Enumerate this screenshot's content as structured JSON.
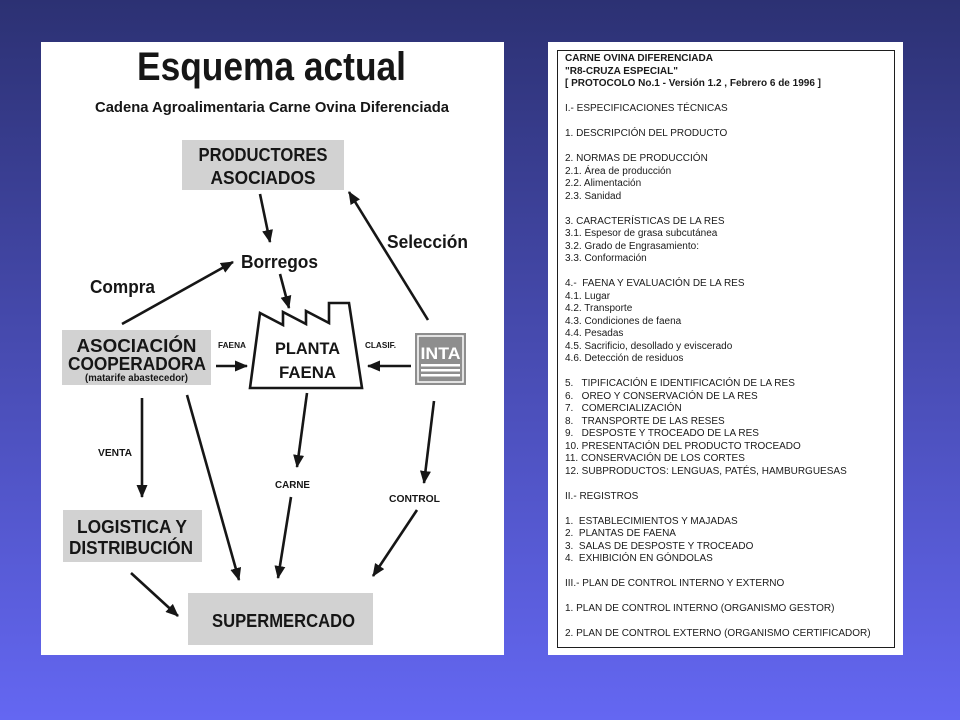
{
  "colors": {
    "background_top": "#2c3173",
    "background_bottom": "#6467f2",
    "panel": "#ffffff",
    "box_fill": "#d2d2d2",
    "ink": "#161616",
    "logo_gray": "#8e8e8e"
  },
  "diagram": {
    "title": "Esquema actual",
    "subtitle": "Cadena Agroalimentaria Carne Ovina Diferenciada",
    "nodes": {
      "productores": {
        "line1": "PRODUCTORES",
        "line2": "ASOCIADOS"
      },
      "borregos": "Borregos",
      "asociacion": {
        "line1": "ASOCIACIÓN",
        "line2": "COOPERADORA",
        "note": "(matarife abastecedor)"
      },
      "planta": {
        "line1": "PLANTA",
        "line2": "FAENA"
      },
      "inta": "INTA",
      "logistica": {
        "line1": "LOGISTICA Y",
        "line2": "DISTRIBUCIÓN"
      },
      "supermercado": "SUPERMERCADO"
    },
    "edge_labels": {
      "compra": "Compra",
      "seleccion": "Selección",
      "faena": "FAENA",
      "clasif": "CLASIF.",
      "venta": "VENTA",
      "carne": "CARNE",
      "control": "CONTROL"
    }
  },
  "document": {
    "sections": [
      {
        "bold": true,
        "lines": [
          "CARNE OVINA DIFERENCIADA",
          "\"R8-CRUZA ESPECIAL\"",
          "[ PROTOCOLO No.1 - Versión 1.2 , Febrero 6 de 1996 ]"
        ]
      },
      {
        "bold": false,
        "lines": [
          "I.- ESPECIFICACIONES TÉCNICAS"
        ]
      },
      {
        "bold": false,
        "lines": [
          "1. DESCRIPCIÓN DEL PRODUCTO"
        ]
      },
      {
        "bold": false,
        "lines": [
          "2. NORMAS DE PRODUCCIÓN",
          "2.1. Área de producción",
          "2.2. Alimentación",
          "2.3. Sanidad"
        ]
      },
      {
        "bold": false,
        "lines": [
          "3. CARACTERÍSTICAS DE LA RES",
          "3.1. Espesor de grasa subcutánea",
          "3.2. Grado de Engrasamiento:",
          "3.3. Conformación"
        ]
      },
      {
        "bold": false,
        "lines": [
          "4.-  FAENA Y EVALUACIÓN DE LA RES",
          "4.1. Lugar",
          "4.2. Transporte",
          "4.3. Condiciones de faena",
          "4.4. Pesadas",
          "4.5. Sacrificio, desollado y eviscerado",
          "4.6. Detección de residuos"
        ]
      },
      {
        "bold": false,
        "lines": [
          "5.   TIPIFICACIÓN E IDENTIFICACIÓN DE LA RES",
          "6.   OREO Y CONSERVACIÓN DE LA RES",
          "7.   COMERCIALIZACIÓN",
          "8.   TRANSPORTE DE LAS RESES",
          "9.   DESPOSTE Y TROCEADO DE LA RES",
          "10. PRESENTACIÓN DEL PRODUCTO TROCEADO",
          "11. CONSERVACIÓN DE LOS CORTES",
          "12. SUBPRODUCTOS: LENGUAS, PATÉS, HAMBURGUESAS"
        ]
      },
      {
        "bold": false,
        "lines": [
          "II.- REGISTROS"
        ]
      },
      {
        "bold": false,
        "lines": [
          "1.  ESTABLECIMIENTOS Y MAJADAS",
          "2.  PLANTAS DE FAENA",
          "3.  SALAS DE DESPOSTE Y TROCEADO",
          "4.  EXHIBICIÓN EN GÓNDOLAS"
        ]
      },
      {
        "bold": false,
        "lines": [
          "III.- PLAN DE CONTROL INTERNO Y EXTERNO"
        ]
      },
      {
        "bold": false,
        "lines": [
          "1. PLAN DE CONTROL INTERNO (ORGANISMO GESTOR)"
        ]
      },
      {
        "bold": false,
        "lines": [
          "2. PLAN DE CONTROL EXTERNO (ORGANISMO CERTIFICADOR)"
        ]
      }
    ]
  }
}
